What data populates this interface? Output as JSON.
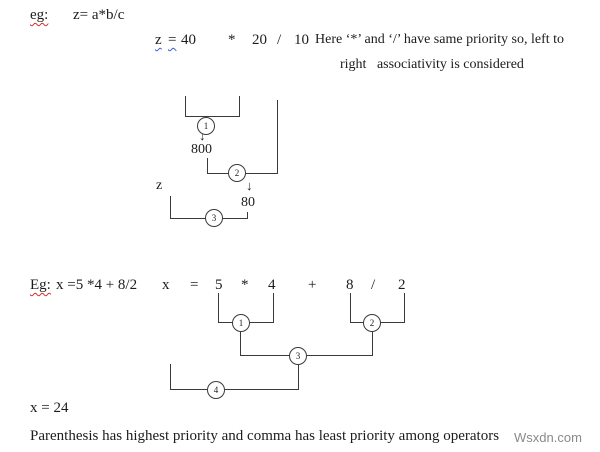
{
  "icons": {
    "down_arrow": "↓"
  },
  "doc": {
    "example1": {
      "label": "eg:",
      "formula": "z= a*b/c",
      "tokens": [
        "z",
        "=",
        "40",
        "*",
        "20",
        "/",
        "10"
      ],
      "note_line1": "Here ‘*’ and ‘/’ have same priority so, left to",
      "note_line2": "right   associativity is considered",
      "diagram": {
        "step1": "1",
        "step2": "2",
        "step3": "3",
        "value_after_step1": "800",
        "value_after_step2": "80",
        "variable": "z"
      }
    },
    "example2": {
      "label": "Eg:",
      "formula": "x =5 *4 + 8/2",
      "tokens": [
        "x",
        "=",
        "5",
        "*",
        "4",
        "+",
        "8",
        "/",
        "2"
      ],
      "diagram": {
        "step1": "1",
        "step2": "2",
        "step3": "3",
        "step4": "4"
      },
      "result": "x = 24"
    },
    "footer_note": "Parenthesis has highest priority and comma has least priority among operators",
    "watermark": "Wsxdn.com"
  }
}
